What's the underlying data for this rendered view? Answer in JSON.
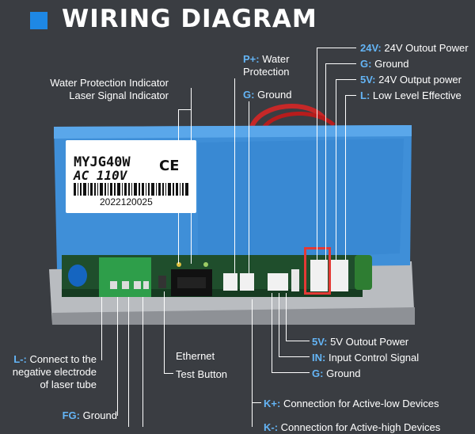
{
  "title": "WIRING DIAGRAM",
  "accent": "#1e88e5",
  "key_color": "#64b5f6",
  "device_label": {
    "model": "MYJG40W",
    "voltage": "AC 110V",
    "cert": "CE",
    "serial": "2022120025"
  },
  "labels": {
    "p_plus_key": "P+:",
    "p_plus_text_1": "Water",
    "p_plus_text_2": "Protection",
    "water_indicator": "Water Protection Indicator",
    "laser_indicator": "Laser Signal Indicator",
    "g_top_key": "G:",
    "g_top_text": "Ground",
    "v24_key": "24V:",
    "v24_text": "24V Outout Power",
    "g_right_key": "G:",
    "g_right_text": "Ground",
    "v5_top_key": "5V:",
    "v5_top_text": "24V Output power",
    "l_key": "L:",
    "l_text": "Low Level Effective",
    "l_minus_key": "L-:",
    "l_minus_text_1": "Connect to the",
    "l_minus_text_2": "negative electrode",
    "l_minus_text_3": "of laser tube",
    "ethernet": "Ethernet",
    "test_button": "Test Button",
    "fg_key": "FG:",
    "fg_text": "Ground",
    "v5_bottom_key": "5V:",
    "v5_bottom_text": "5V Outout Power",
    "in_key": "IN:",
    "in_text": "Input Control Signal",
    "g_bottom_key": "G:",
    "g_bottom_text": "Ground",
    "k_plus_key": "K+:",
    "k_plus_text": "Connection for Active-low Devices",
    "k_minus_key": "K-:",
    "k_minus_text": "Connection for Active-high Devices"
  }
}
